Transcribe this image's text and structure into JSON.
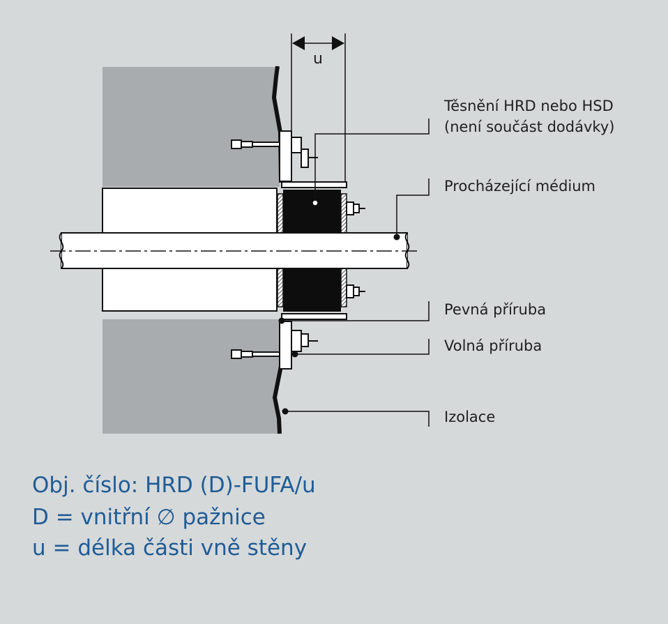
{
  "dimension": {
    "symbol": "u"
  },
  "labels": {
    "seal_line1": "Těsnění HRD nebo HSD",
    "seal_line2": "(není součást dodávky)",
    "medium": "Procházející médium",
    "fixed_flange": "Pevná příruba",
    "loose_flange": "Volná příruba",
    "insulation": "Izolace"
  },
  "caption": {
    "line1": "Obj. číslo: HRD (D)-FUFA/u",
    "line2": "D = vnitřní ∅ pažnice",
    "line3": "u = délka části vně stěny"
  },
  "colors": {
    "background": "#d6d9da",
    "wall": "#a9acae",
    "outline": "#111111",
    "caption": "#1f5c96"
  }
}
